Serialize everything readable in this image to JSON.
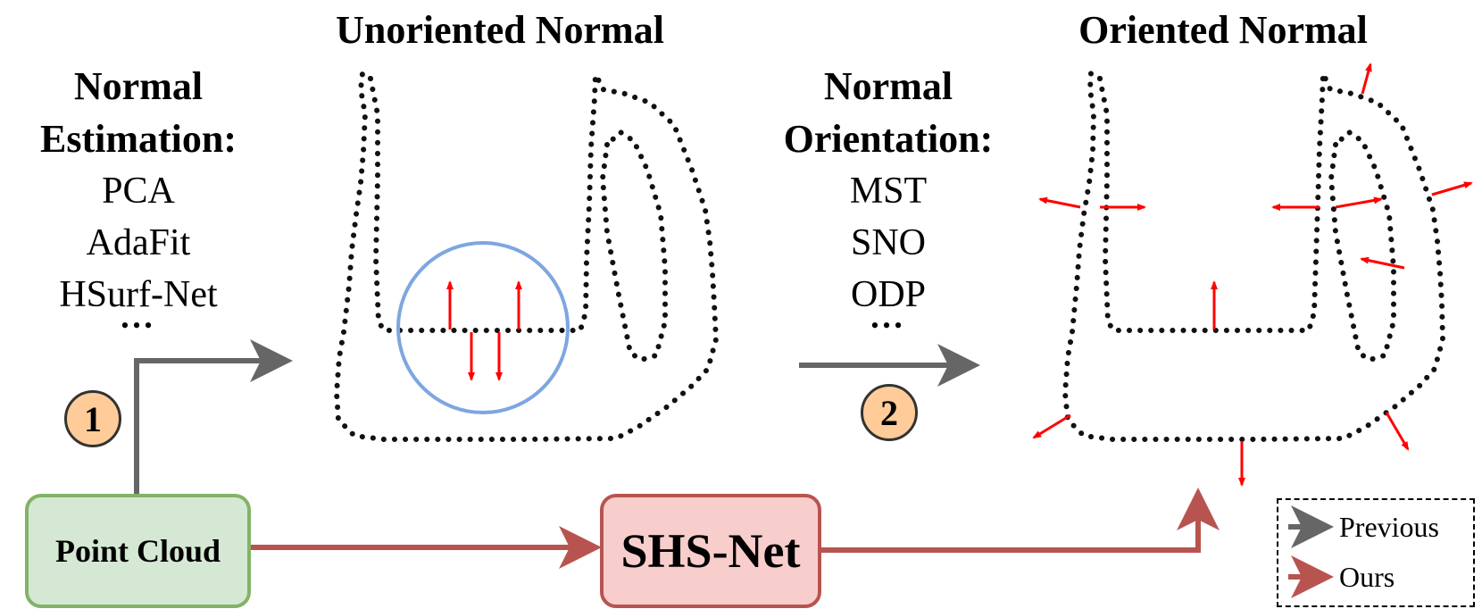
{
  "titles": {
    "unoriented": "Unoriented Normal",
    "oriented": "Oriented Normal"
  },
  "estimation": {
    "heading_line1": "Normal",
    "heading_line2": "Estimation:",
    "methods": [
      "PCA",
      "AdaFit",
      "HSurf-Net"
    ],
    "ellipsis": "•••"
  },
  "orientation": {
    "heading_line1": "Normal",
    "heading_line2": "Orientation:",
    "methods": [
      "MST",
      "SNO",
      "ODP"
    ],
    "ellipsis": "•••"
  },
  "steps": {
    "one": "1",
    "two": "2"
  },
  "boxes": {
    "point_cloud": "Point Cloud",
    "shs_net": "SHS-Net"
  },
  "legend": {
    "previous": "Previous",
    "ours": "Ours"
  },
  "colors": {
    "previous_arrow": "#666666",
    "ours_arrow": "#b85450",
    "normal_arrow": "#ff0000",
    "highlight_circle": "#7ea6e0",
    "point_cloud_fill": "#d5e8d4",
    "shs_fill": "#f8cecc",
    "badge_fill": "#ffcc99"
  }
}
